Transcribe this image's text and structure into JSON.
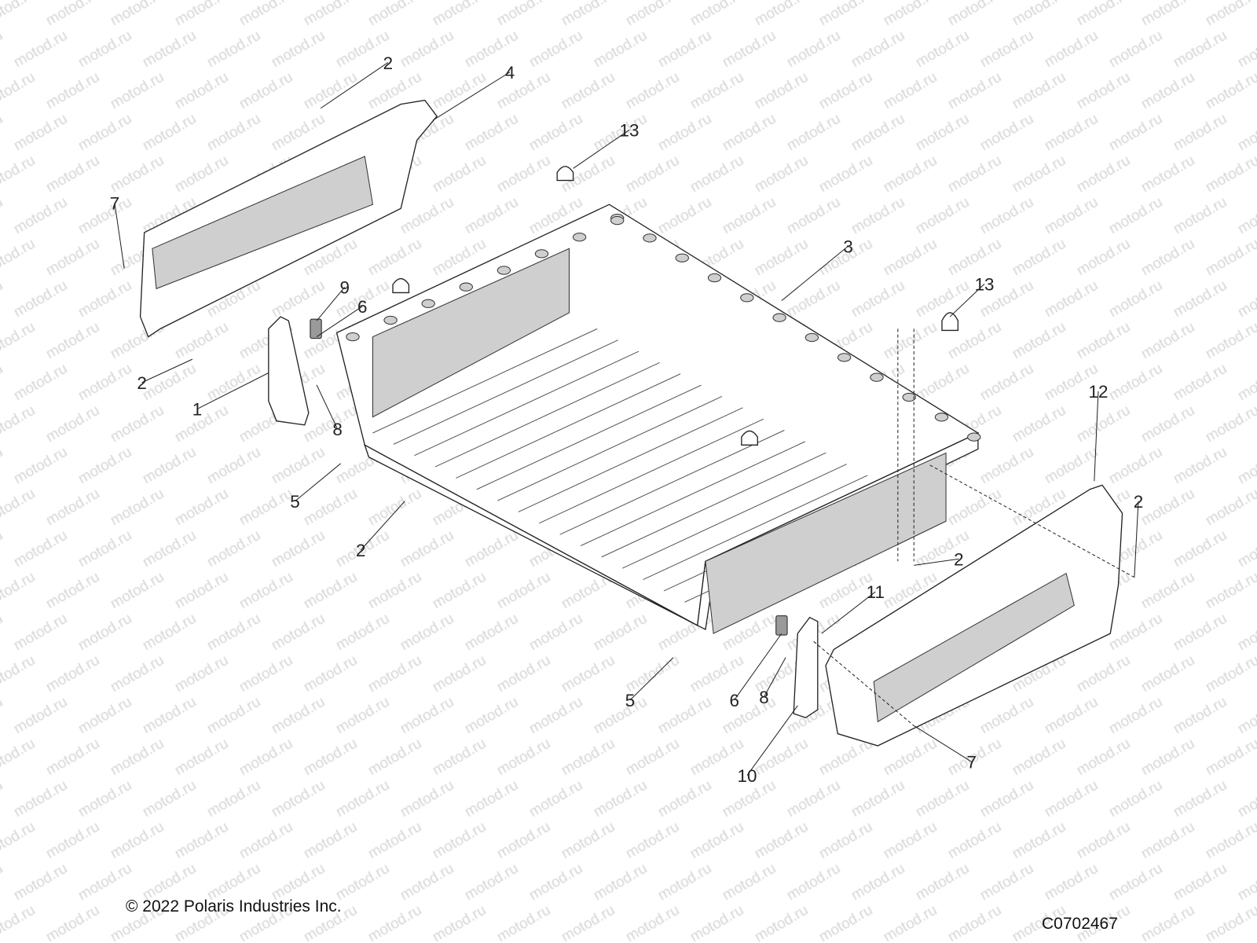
{
  "watermark": "motod.ru",
  "diagram": {
    "callouts": [
      {
        "label": "2"
      },
      {
        "label": "4"
      },
      {
        "label": "13"
      },
      {
        "label": "7"
      },
      {
        "label": "3"
      },
      {
        "label": "13"
      },
      {
        "label": "9"
      },
      {
        "label": "6"
      },
      {
        "label": "2"
      },
      {
        "label": "1"
      },
      {
        "label": "8"
      },
      {
        "label": "12"
      },
      {
        "label": "5"
      },
      {
        "label": "2"
      },
      {
        "label": "2"
      },
      {
        "label": "2"
      },
      {
        "label": "11"
      },
      {
        "label": "5"
      },
      {
        "label": "6"
      },
      {
        "label": "8"
      },
      {
        "label": "10"
      },
      {
        "label": "7"
      }
    ]
  },
  "footer": {
    "copyright": "© 2022 Polaris Industries Inc.",
    "drawing_number": "C0702467"
  }
}
